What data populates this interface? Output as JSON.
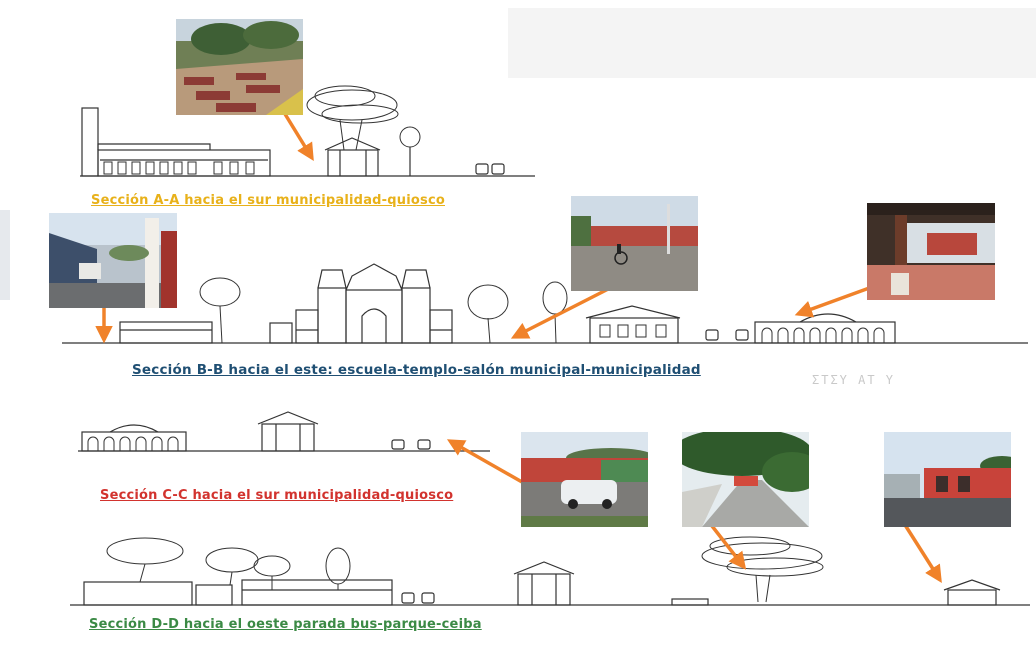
{
  "sections": [
    {
      "id": "A-A",
      "caption": "Sección A-A hacia el sur municipalidad-quiosco",
      "color": "#e8b11a"
    },
    {
      "id": "B-B",
      "caption": "Sección B-B hacia el este: escuela-templo-salón municipal-municipalidad",
      "color": "#1f4f73"
    },
    {
      "id": "C-C",
      "caption": "Sección C-C hacia el sur municipalidad-quiosco",
      "color": "#d2332e"
    },
    {
      "id": "D-D",
      "caption": "Sección D-D hacia el oeste parada bus-parque-ceiba",
      "color": "#3b8a45"
    }
  ],
  "ghost_text": "ΣΤΣΥ ΑΤ Υ",
  "arrow_color": "#f0822a"
}
